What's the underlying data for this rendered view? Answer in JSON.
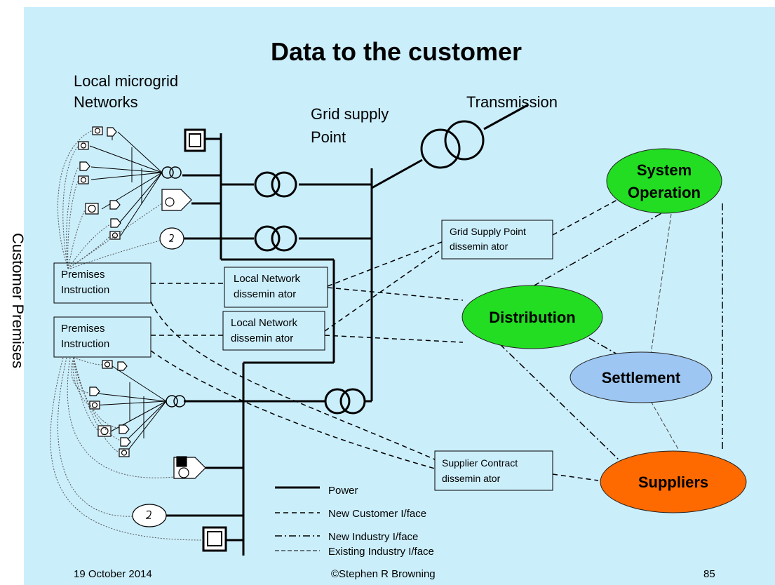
{
  "title": "Data to the customer",
  "labels": {
    "microgrid_line1": "Local microgrid",
    "microgrid_line2": "Networks",
    "gsp_line1": "Grid supply",
    "gsp_line2": "Point",
    "transmission": "Transmission",
    "customer_premises": "Customer Premises"
  },
  "boxes": {
    "premises1": [
      "Premises",
      "Instruction"
    ],
    "premises2": [
      "Premises",
      "Instruction"
    ],
    "lnd1": [
      "Local Network",
      "dissemin ator"
    ],
    "lnd2": [
      "Local Network",
      "dissemin ator"
    ],
    "gspd": [
      "Grid Supply Point",
      "dissemin ator"
    ],
    "scd": [
      "Supplier Contract",
      "dissemin ator"
    ]
  },
  "ellipses": {
    "system_operation": {
      "lines": [
        "System",
        "Operation"
      ],
      "color": "#22dd22"
    },
    "distribution": {
      "lines": [
        "Distribution"
      ],
      "color": "#22dd22"
    },
    "settlement": {
      "lines": [
        "Settlement"
      ],
      "color": "#9dc6f2"
    },
    "suppliers": {
      "lines": [
        "Suppliers"
      ],
      "color": "#ff6a00"
    }
  },
  "legend": {
    "power": "Power",
    "new_customer": "New Customer I/face",
    "new_industry": "New Industry I/face",
    "existing_industry": "Existing Industry I/face"
  },
  "footer": {
    "date": "19 October 2014",
    "author": "©Stephen R Browning",
    "page": "85"
  }
}
